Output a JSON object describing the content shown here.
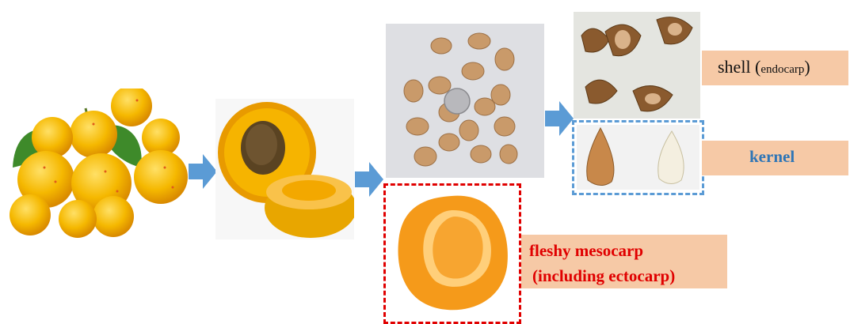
{
  "labels": {
    "shell_main": "shell (",
    "shell_small": "endocarp",
    "shell_close": ")",
    "kernel": "kernel",
    "mesocarp_line1": "fleshy mesocarp",
    "mesocarp_line2": "(including ectocarp)"
  },
  "colors": {
    "arrow": "#5b9bd5",
    "label_bg": "#f6c9a6",
    "kernel_text": "#2e75b6",
    "mesocarp_text": "#e00000",
    "kernel_border": "#5b9bd5",
    "mesocarp_border": "#e00000"
  }
}
